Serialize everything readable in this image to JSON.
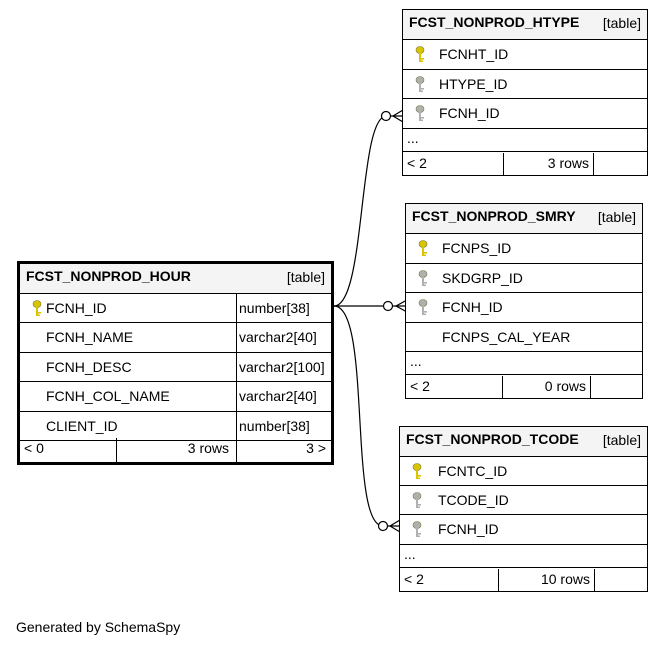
{
  "main_table": {
    "name": "FCST_NONPROD_HOUR",
    "tag": "[table]",
    "columns": [
      {
        "name": "FCNH_ID",
        "type": "number[38]",
        "key": "primary"
      },
      {
        "name": "FCNH_NAME",
        "type": "varchar2[40]",
        "key": "none"
      },
      {
        "name": "FCNH_DESC",
        "type": "varchar2[100]",
        "key": "none"
      },
      {
        "name": "FCNH_COL_NAME",
        "type": "varchar2[40]",
        "key": "none"
      },
      {
        "name": "CLIENT_ID",
        "type": "number[38]",
        "key": "none"
      }
    ],
    "footer": {
      "parents": "< 0",
      "rows": "3 rows",
      "children": "3 >"
    }
  },
  "child_tables": [
    {
      "name": "FCST_NONPROD_HTYPE",
      "tag": "[table]",
      "columns": [
        {
          "name": "FCNHT_ID",
          "key": "primary"
        },
        {
          "name": "HTYPE_ID",
          "key": "foreign"
        },
        {
          "name": "FCNH_ID",
          "key": "foreign"
        }
      ],
      "ellipsis": "...",
      "footer": {
        "parents": "< 2",
        "rows": "3 rows"
      }
    },
    {
      "name": "FCST_NONPROD_SMRY",
      "tag": "[table]",
      "columns": [
        {
          "name": "FCNPS_ID",
          "key": "primary"
        },
        {
          "name": "SKDGRP_ID",
          "key": "foreign"
        },
        {
          "name": "FCNH_ID",
          "key": "foreign"
        },
        {
          "name": "FCNPS_CAL_YEAR",
          "key": "none"
        }
      ],
      "ellipsis": "...",
      "footer": {
        "parents": "< 2",
        "rows": "0 rows"
      }
    },
    {
      "name": "FCST_NONPROD_TCODE",
      "tag": "[table]",
      "columns": [
        {
          "name": "FCNTC_ID",
          "key": "primary"
        },
        {
          "name": "TCODE_ID",
          "key": "foreign"
        },
        {
          "name": "FCNH_ID",
          "key": "foreign"
        }
      ],
      "ellipsis": "...",
      "footer": {
        "parents": "< 2",
        "rows": "10 rows"
      }
    }
  ],
  "colors": {
    "primary_key": "#d9c400",
    "foreign_key": "#b0b0b0",
    "header_bg": "#f4f4f4"
  },
  "generated_by": "Generated by SchemaSpy"
}
